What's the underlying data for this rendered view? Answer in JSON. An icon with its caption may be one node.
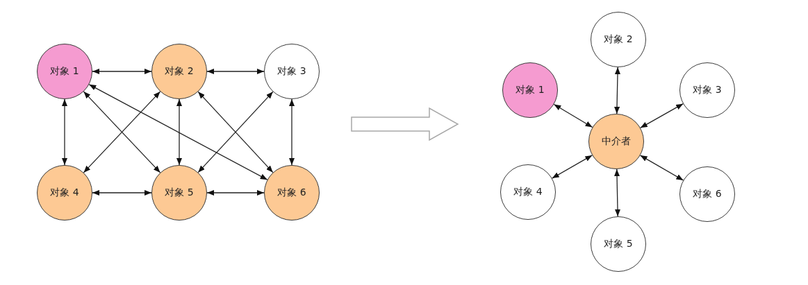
{
  "diagram": {
    "nodes": [
      {
        "text": [
          "对象 1"
        ]
      },
      {
        "text": [
          "对象 2"
        ]
      },
      {
        "text": [
          "对象 3"
        ]
      },
      {
        "text": [
          "对象 4"
        ]
      },
      {
        "text": [
          "对象 5"
        ]
      },
      {
        "text": [
          "对象 6"
        ]
      },
      {
        "text": [
          "对象 2"
        ]
      },
      {
        "text": [
          "对象 1"
        ]
      },
      {
        "text": [
          "对象 3"
        ]
      },
      {
        "text": [
          "中介者"
        ]
      },
      {
        "text": [
          "对象 4"
        ]
      },
      {
        "text": [
          "对象 6"
        ]
      },
      {
        "text": [
          "对象 5"
        ]
      }
    ],
    "edges": [
      {
        "from": 0,
        "to": 1,
        "arrow": "both"
      },
      {
        "from": 1,
        "to": 2,
        "arrow": "both"
      },
      {
        "from": 0,
        "to": 3,
        "arrow": "both"
      },
      {
        "from": 0,
        "to": 4,
        "arrow": "both"
      },
      {
        "from": 0,
        "to": 5,
        "arrow": "both"
      },
      {
        "from": 1,
        "to": 3,
        "arrow": "both"
      },
      {
        "from": 1,
        "to": 4,
        "arrow": "both"
      },
      {
        "from": 1,
        "to": 5,
        "arrow": "both"
      },
      {
        "from": 2,
        "to": 4,
        "arrow": "both"
      },
      {
        "from": 2,
        "to": 5,
        "arrow": "both"
      },
      {
        "from": 3,
        "to": 4,
        "arrow": "both"
      },
      {
        "from": 4,
        "to": 5,
        "arrow": "both"
      },
      {
        "from": 9,
        "to": 6,
        "arrow": "both"
      },
      {
        "from": 9,
        "to": 7,
        "arrow": "both"
      },
      {
        "from": 9,
        "to": 8,
        "arrow": "both"
      },
      {
        "from": 9,
        "to": 10,
        "arrow": "both"
      },
      {
        "from": 9,
        "to": 11,
        "arrow": "both"
      },
      {
        "from": 9,
        "to": 12,
        "arrow": "both"
      }
    ]
  }
}
